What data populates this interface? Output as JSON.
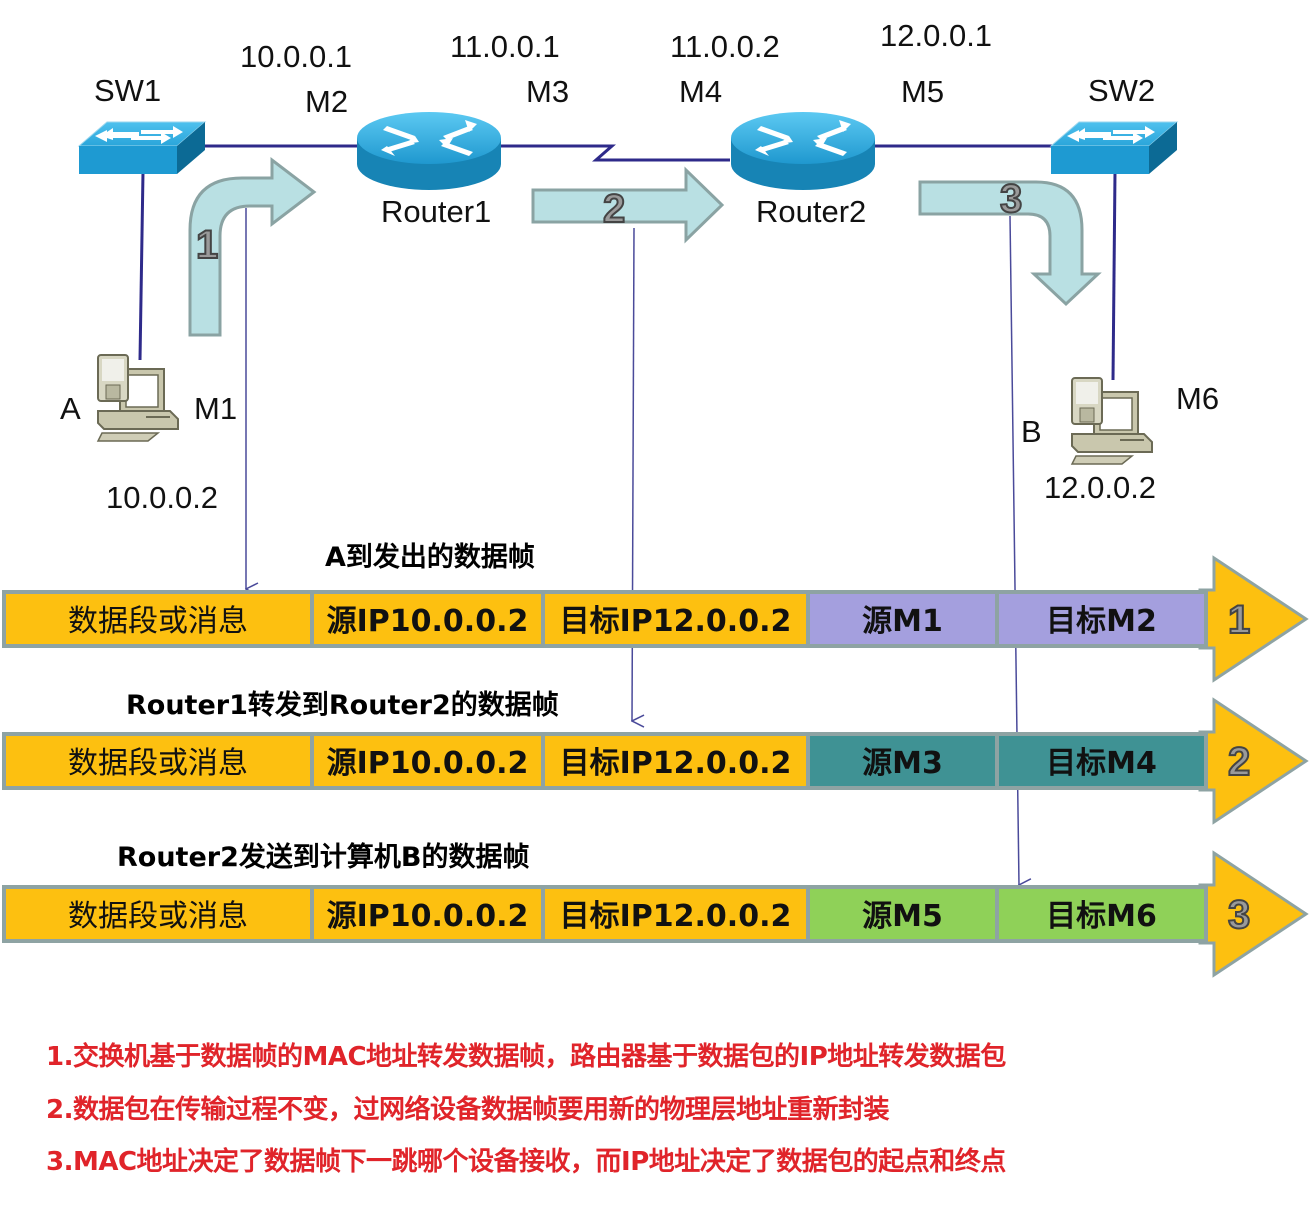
{
  "topology": {
    "switches": [
      {
        "id": "sw1",
        "label": "SW1"
      },
      {
        "id": "sw2",
        "label": "SW2"
      }
    ],
    "routers": [
      {
        "id": "router1",
        "label": "Router1",
        "left_ip": "10.0.0.1",
        "left_mac": "M2",
        "right_ip": "11.0.0.1",
        "right_mac": "M3"
      },
      {
        "id": "router2",
        "label": "Router2",
        "left_ip": "11.0.0.2",
        "left_mac": "M4",
        "right_ip": "12.0.0.1",
        "right_mac": "M5"
      }
    ],
    "hosts": [
      {
        "id": "host-a",
        "label": "A",
        "mac": "M1",
        "ip": "10.0.0.2"
      },
      {
        "id": "host-b",
        "label": "B",
        "mac": "M6",
        "ip": "12.0.0.2"
      }
    ],
    "hop_arrows": [
      "1",
      "2",
      "3"
    ]
  },
  "frames": [
    {
      "caption": "A到发出的数据帧",
      "step": "1",
      "cells": [
        "数据段或消息",
        "源IP10.0.0.2",
        "目标IP12.0.0.2",
        "源M1",
        "目标M2"
      ],
      "mac_color": "#a49fde"
    },
    {
      "caption": "Router1转发到Router2的数据帧",
      "step": "2",
      "cells": [
        "数据段或消息",
        "源IP10.0.0.2",
        "目标IP12.0.0.2",
        "源M3",
        "目标M4"
      ],
      "mac_color": "#3f9294"
    },
    {
      "caption": "Router2发送到计算机B的数据帧",
      "step": "3",
      "cells": [
        "数据段或消息",
        "源IP10.0.0.2",
        "目标IP12.0.0.2",
        "源M5",
        "目标M6"
      ],
      "mac_color": "#8fd158"
    }
  ],
  "notes": [
    "1.交换机基于数据帧的MAC地址转发数据帧，路由器基于数据包的IP地址转发数据包",
    "2.数据包在传输过程不变，过网络设备数据帧要用新的物理层地址重新封装",
    "3.MAC地址决定了数据帧下一跳哪个设备接收，而IP地址决定了数据包的起点和终点"
  ],
  "colors": {
    "ip_cell": "#fdc010",
    "border": "#8ea3a3",
    "hop_arrow_fill": "#b9e0e3",
    "hop_arrow_stroke": "#8aa3a3",
    "link": "#2e2a8a",
    "note_text": "#e0242a"
  }
}
